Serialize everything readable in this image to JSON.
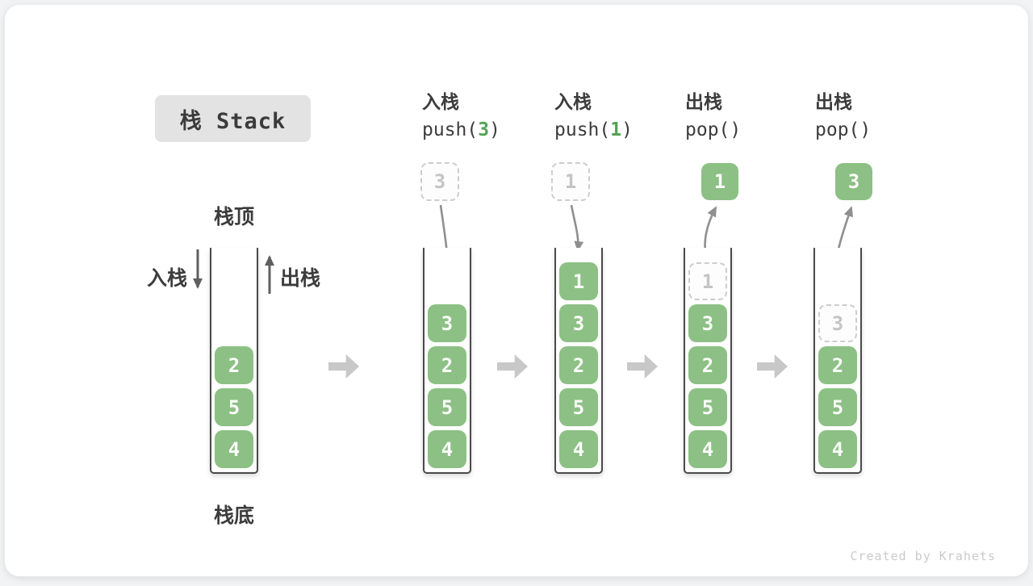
{
  "title": "栈 Stack",
  "side_labels": {
    "stack_top": "栈顶",
    "stack_bottom": "栈底",
    "push": "入栈",
    "pop": "出栈"
  },
  "watermark": "Created by Krahets",
  "colors": {
    "cell_green": "#8cc084",
    "code_arg_green": "#53a353",
    "ghost_gray": "#cdcdcd",
    "arrow_gray": "#8f8f8f",
    "side_arrow_dark": "#5f5f5f",
    "block_arrow_gray": "#c8c8c8",
    "title_box_bg": "#e3e3e3",
    "text_dark": "#3c3c3c"
  },
  "columns": [
    {
      "cells": [
        "2",
        "5",
        "4"
      ]
    },
    {
      "label": "入栈",
      "code_pre": "push(",
      "code_arg": "3",
      "code_post": ")",
      "floating": "3",
      "cells": [
        "3",
        "2",
        "5",
        "4"
      ]
    },
    {
      "label": "入栈",
      "code_pre": "push(",
      "code_arg": "1",
      "code_post": ")",
      "floating": "1",
      "cells": [
        "1",
        "3",
        "2",
        "5",
        "4"
      ]
    },
    {
      "label": "出栈",
      "code_pre": "pop(",
      "code_arg": "",
      "code_post": ")",
      "floating": "1",
      "ghost_cell": "1",
      "cells": [
        "3",
        "2",
        "5",
        "4"
      ]
    },
    {
      "label": "出栈",
      "code_pre": "pop(",
      "code_arg": "",
      "code_post": ")",
      "floating": "3",
      "ghost_cell": "3",
      "cells": [
        "2",
        "5",
        "4"
      ]
    }
  ]
}
